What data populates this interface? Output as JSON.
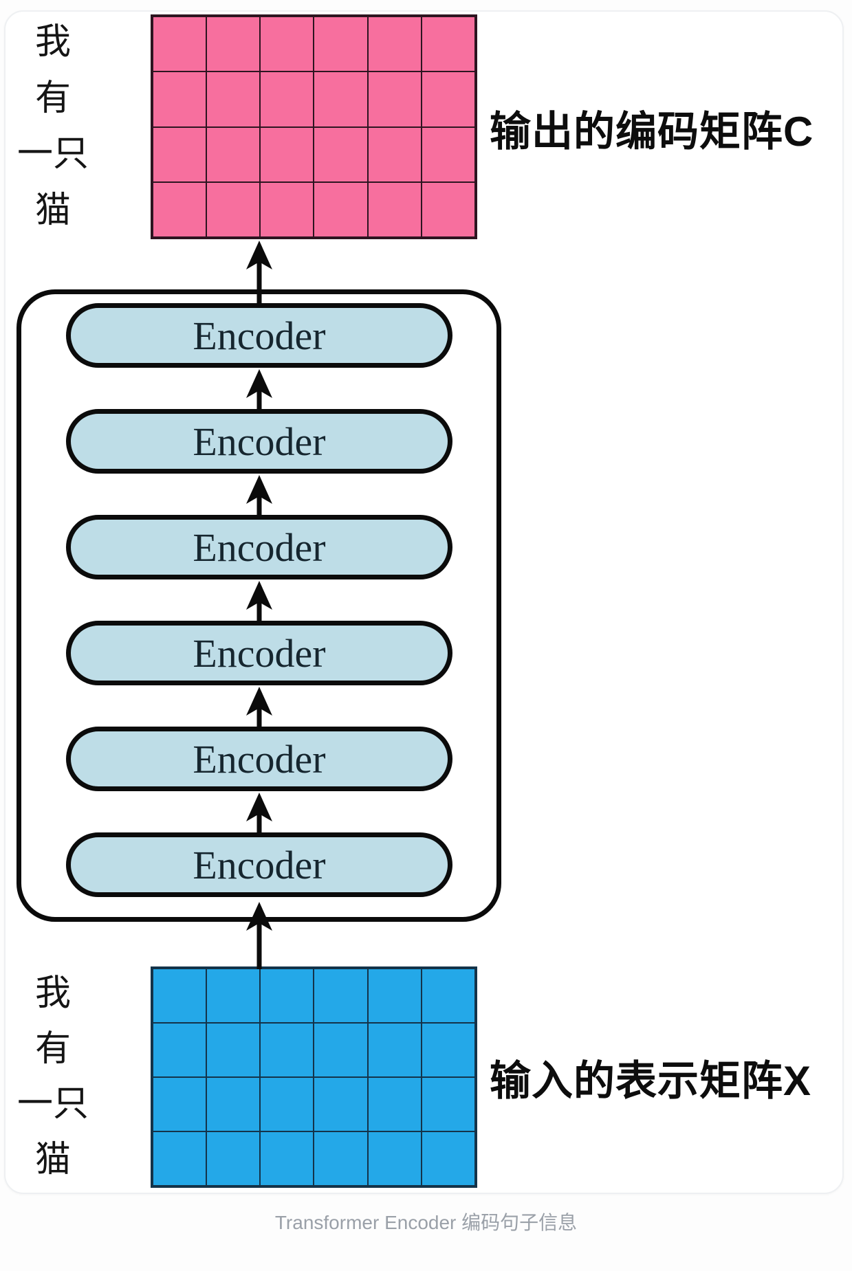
{
  "page": {
    "caption": "Transformer Encoder 编码句子信息"
  },
  "colors": {
    "output_matrix_fill": "#f76f9e",
    "output_matrix_line": "#2d1420",
    "input_matrix_fill": "#24a8e8",
    "input_matrix_line": "#143349",
    "encoder_fill": "#bedde7",
    "outline_black": "#0b0b0b",
    "label_black": "#0d0d0d",
    "caption_gray": "#9aa0a8"
  },
  "diagram": {
    "output_matrix": {
      "label": "输出的编码矩阵C",
      "rows": 4,
      "cols": 6,
      "row_labels": [
        "我",
        "有",
        "一只",
        "猫"
      ]
    },
    "encoder_stack": {
      "blocks": [
        "Encoder",
        "Encoder",
        "Encoder",
        "Encoder",
        "Encoder",
        "Encoder"
      ]
    },
    "input_matrix": {
      "label": "输入的表示矩阵X",
      "rows": 4,
      "cols": 6,
      "row_labels": [
        "我",
        "有",
        "一只",
        "猫"
      ]
    }
  }
}
